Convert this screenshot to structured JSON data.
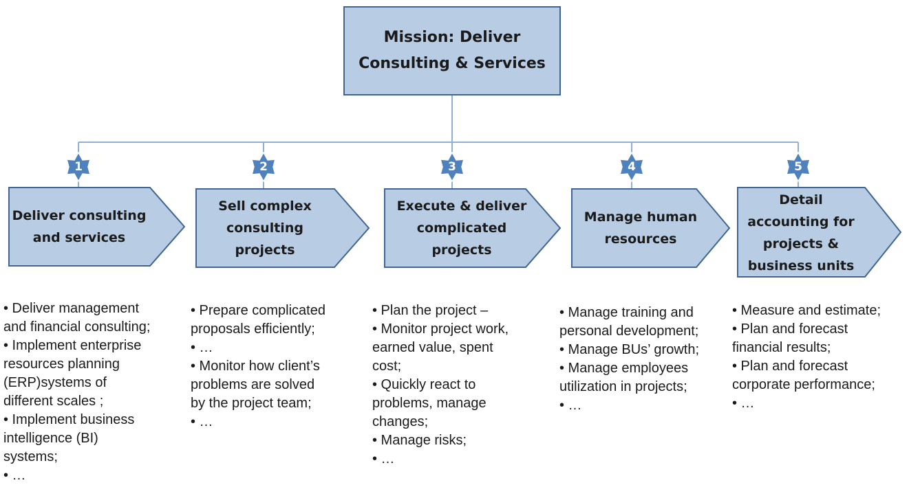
{
  "mission": {
    "title": "Mission: Deliver\nConsulting & Services"
  },
  "colors": {
    "box_fill": "#b8cce4",
    "box_border": "#3f6590",
    "connector": "#8fb0d6",
    "star_fill": "#4f81bd"
  },
  "functions": [
    {
      "number": "1",
      "title": "Deliver consulting\nand services",
      "bullets": "• Deliver management\nand financial consulting;\n• Implement enterprise\nresources planning\n(ERP)systems of\ndifferent scales ;\n• Implement business\nintelligence (BI)\nsystems;\n• …"
    },
    {
      "number": "2",
      "title": "Sell complex\nconsulting\nprojects",
      "bullets": "• Prepare complicated\nproposals efficiently;\n• …\n• Monitor how client’s\nproblems are solved\nby the project team;\n• …"
    },
    {
      "number": "3",
      "title": "Execute & deliver\ncomplicated\nprojects",
      "bullets": "• Plan the project –\n• Monitor project work,\nearned value, spent\ncost;\n• Quickly react to\nproblems, manage\nchanges;\n• Manage risks;\n• …"
    },
    {
      "number": "4",
      "title": "Manage human\nresources",
      "bullets": "• Manage training and\npersonal development;\n• Manage BUs’ growth;\n• Manage employees\nutilization in projects;\n• …"
    },
    {
      "number": "5",
      "title": "Detail\naccounting for\nprojects &\nbusiness units",
      "bullets": "• Measure and estimate;\n• Plan and forecast\nfinancial results;\n• Plan and forecast\ncorporate  performance;\n• …"
    }
  ]
}
